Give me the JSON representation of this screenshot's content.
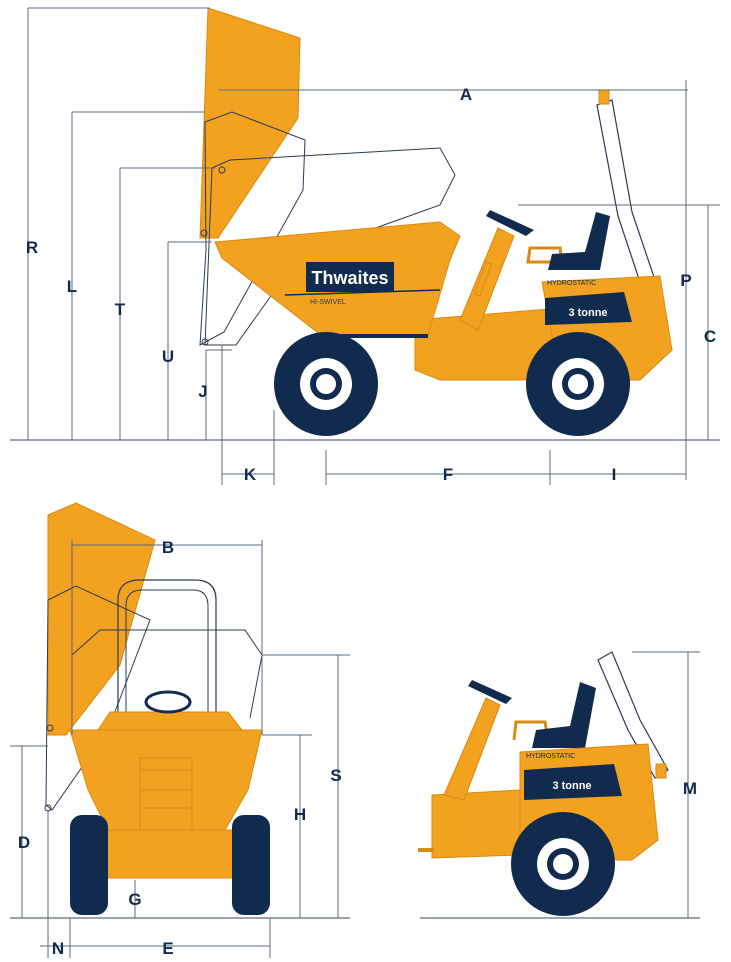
{
  "brand": {
    "name": "Thwaites",
    "model": "HI-SWIVEL",
    "system": "HYDROSTATIC",
    "capacity": "3 tonne"
  },
  "dimensions": {
    "A": "A",
    "B": "B",
    "C": "C",
    "D": "D",
    "E": "E",
    "F": "F",
    "G": "G",
    "H": "H",
    "I": "I",
    "J": "J",
    "K": "K",
    "L": "L",
    "M": "M",
    "N": "N",
    "P": "P",
    "R": "R",
    "S": "S",
    "T": "T",
    "U": "U"
  },
  "colors": {
    "body": "#F3A21F",
    "body_dark": "#D98A10",
    "navy": "#102B4E",
    "line": "#5A6C86",
    "outline": "#2A3B55"
  }
}
